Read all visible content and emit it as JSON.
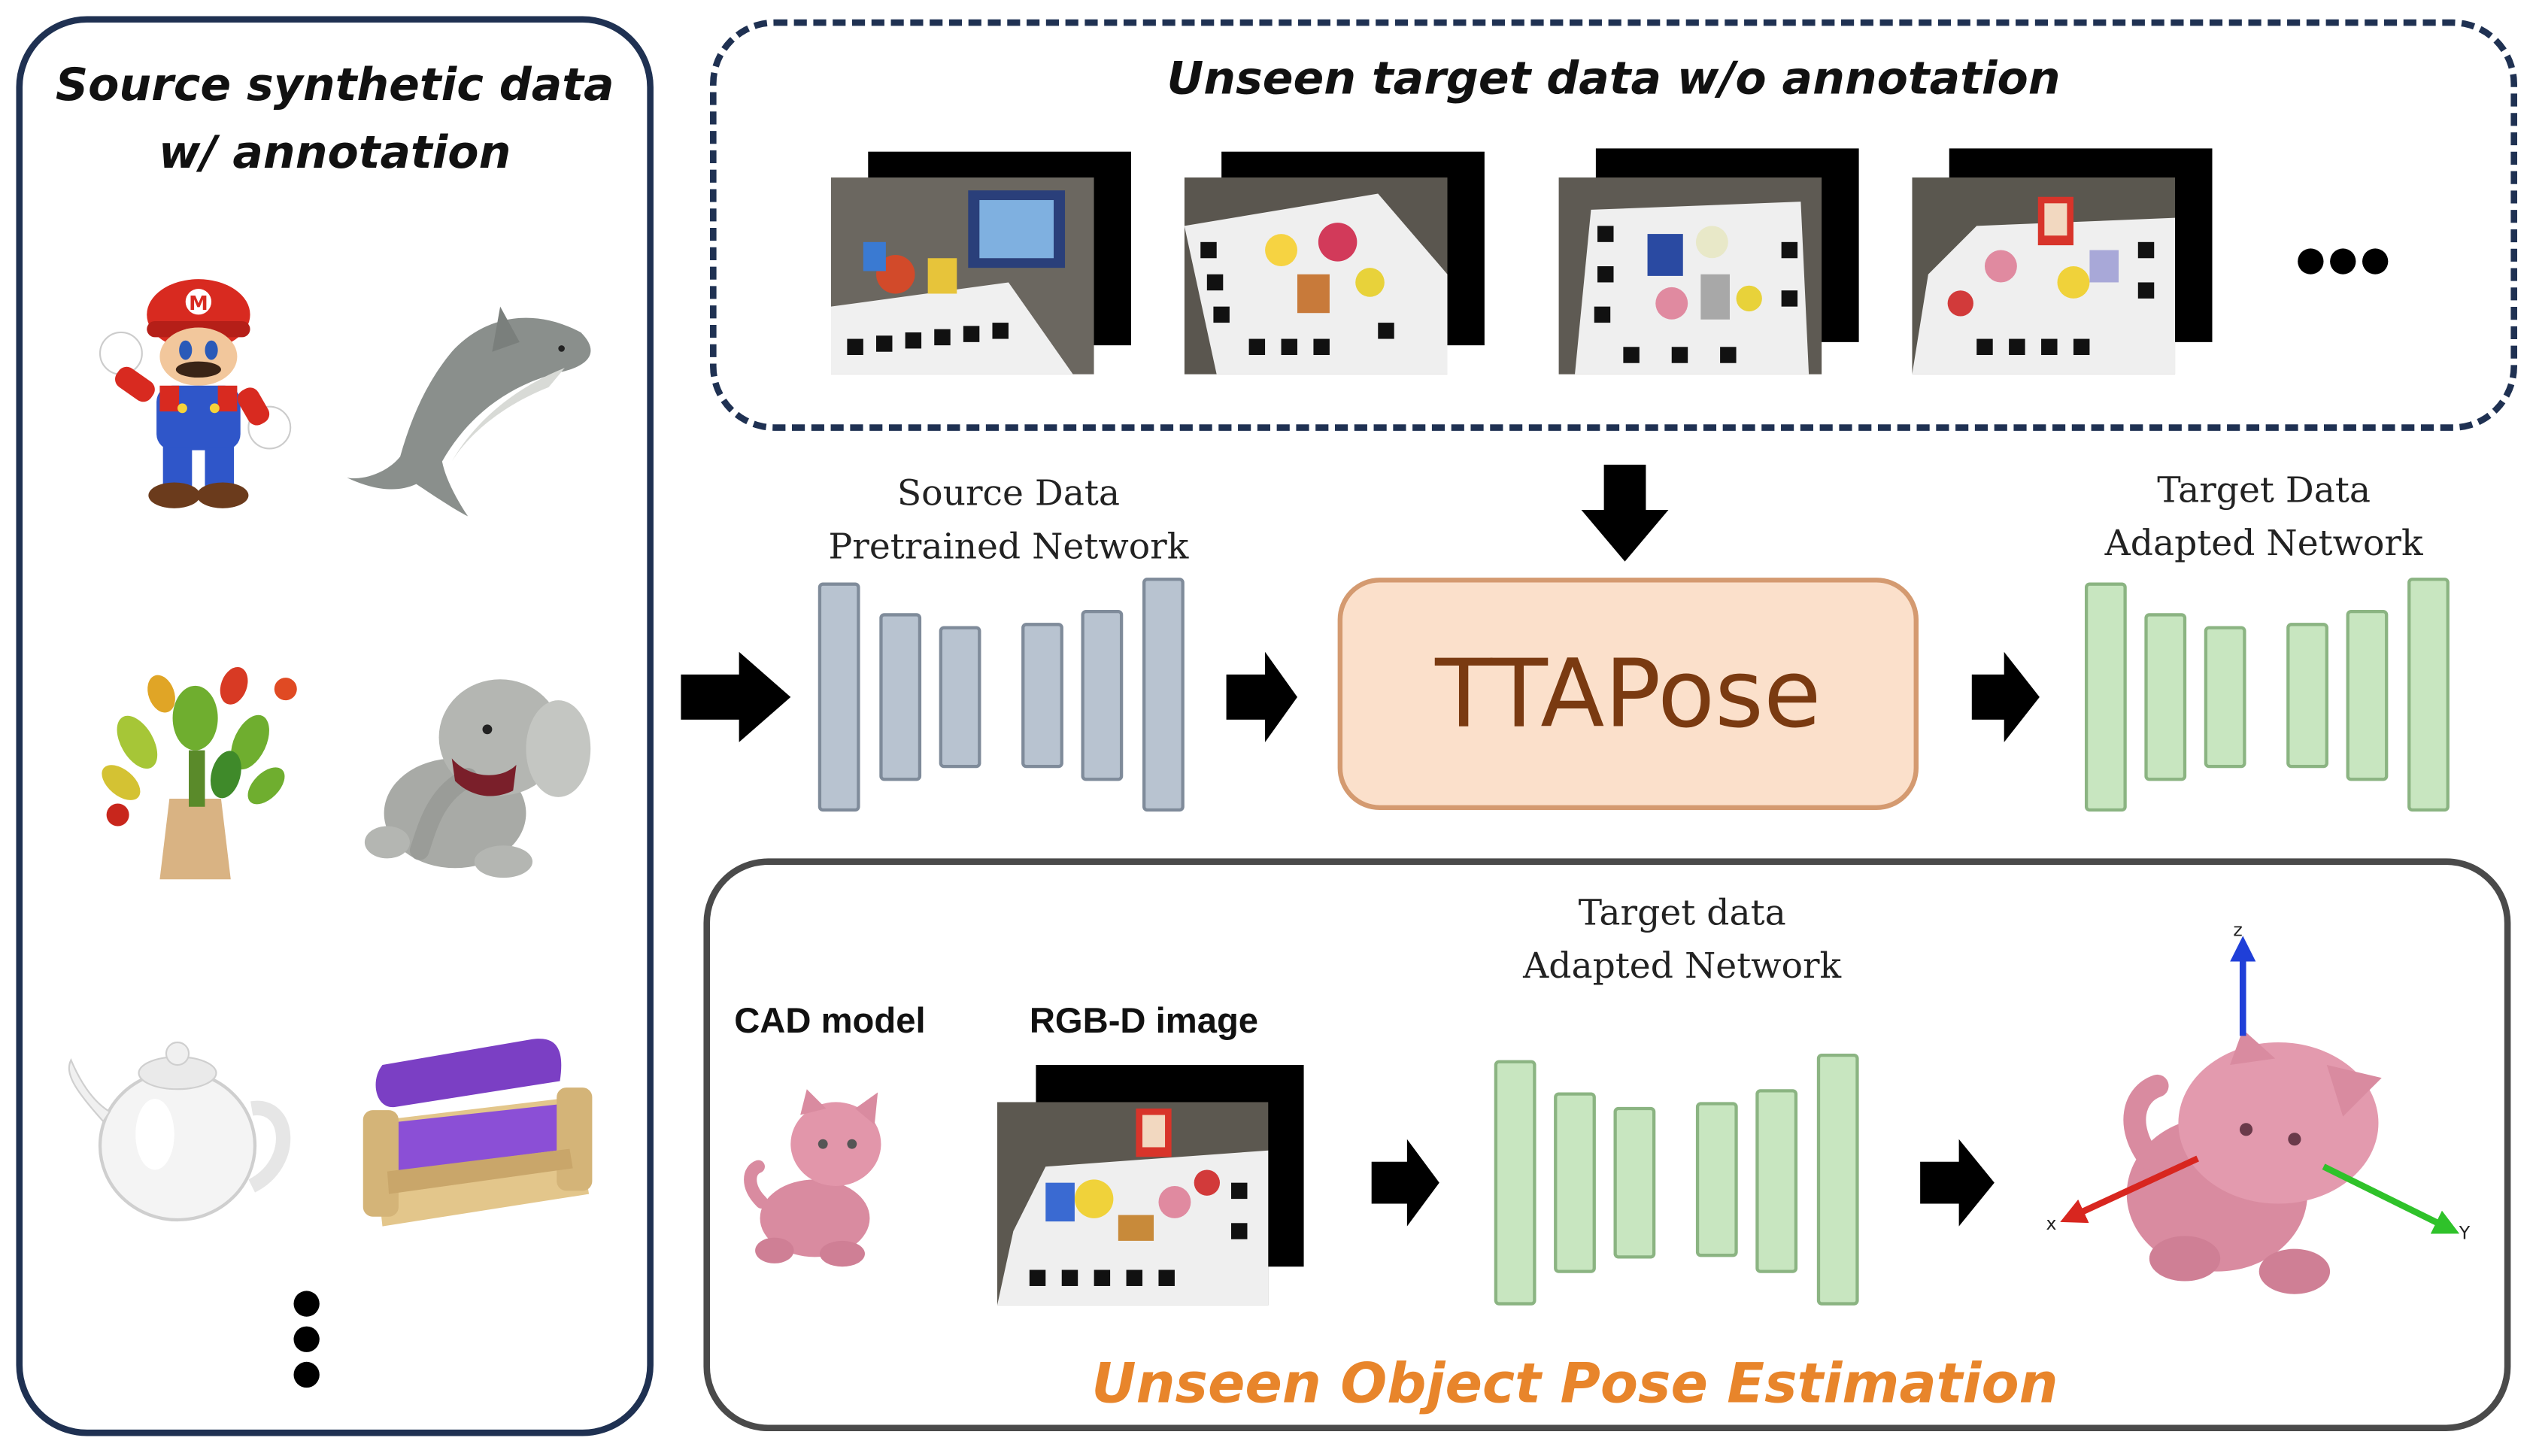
{
  "source_panel": {
    "title_line1": "Source synthetic data",
    "title_line2": "w/ annotation",
    "objects": [
      "mario-figure",
      "shark",
      "cactus-toy",
      "elephant-plush",
      "teapot",
      "sofa"
    ]
  },
  "target_panel": {
    "title": "Unseen target data w/o annotation",
    "frame_count": 4
  },
  "pretrained": {
    "label_line1": "Source Data",
    "label_line2": "Pretrained Network"
  },
  "ttapose": {
    "label": "TTAPose"
  },
  "adapted": {
    "label_line1": "Target Data",
    "label_line2": "Adapted Network"
  },
  "estimation_panel": {
    "cad_label": "CAD model",
    "rgbd_label": "RGB-D image",
    "net_label_line1": "Target data",
    "net_label_line2": "Adapted Network",
    "axis_x": "x",
    "axis_y": "Y",
    "axis_z": "z",
    "title": "Unseen Object Pose Estimation"
  },
  "colors": {
    "panel_border": "#1f3152",
    "ttapose_fill": "#fbe0cb",
    "ttapose_text": "#7a3a11",
    "net_blue": "#b8c3d0",
    "net_green": "#c8e6c0",
    "title_orange": "#e8852b"
  }
}
